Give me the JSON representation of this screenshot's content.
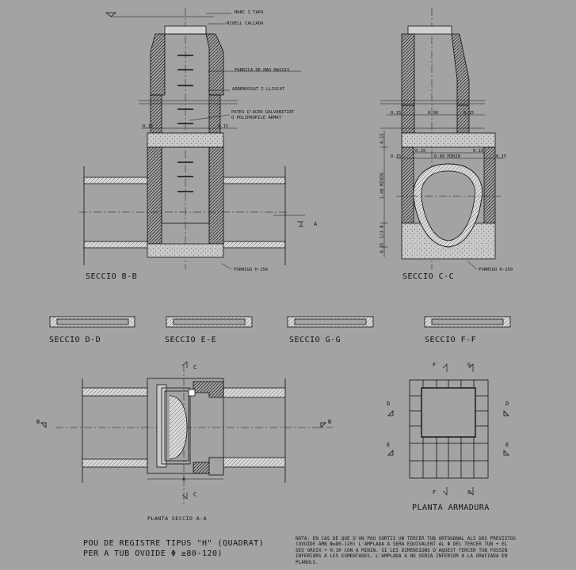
{
  "section_titles": {
    "bb": "SECCIO B-B",
    "cc": "SECCIO C-C",
    "dd": "SECCIO D-D",
    "ee": "SECCIO E-E",
    "gg": "SECCIO G-G",
    "ff": "SECCIO F-F",
    "aa": "PLANTA SECCIO A-A",
    "arm": "PLANTA ARMADURA"
  },
  "annotations": {
    "marc_tapa": "MARC I TAPA",
    "nivell_calcada": "NIVELL CALÇADA",
    "fabrica": "FABRICA DE MAO MASSIS",
    "arrebossat": "ARREBOSSAT I LLISCAT",
    "pates1": "PATES D'ACER GALVANITZAT",
    "pates2": "O POLIPROPILE ARMAT",
    "formigo_left": "FORMIGO H-150",
    "formigo_right": "FORMIGO H-150"
  },
  "dimensions": {
    "d015_a": "0.15",
    "d015_b": "0.15",
    "d015_c1": "0.15",
    "d090": "0.90",
    "d015_c2": "0.15",
    "d015_v": "0.15",
    "d015_i1": "0.15",
    "d060": "0.60 MININ",
    "d015_i2": "0.15",
    "d015_s1": "0.15",
    "d015_s2": "0.15",
    "d140": "1.40 MININ",
    "d025": "0.25",
    "dphi": "1/3 Φ"
  },
  "section_marks": {
    "a": "A",
    "b": "B",
    "c": "C",
    "d": "D",
    "e": "E",
    "f": "F",
    "g": "G"
  },
  "title_block": {
    "line1": "POU DE REGISTRE TIPUS \"H\" (QUADRAT)",
    "line2": "PER A TUB OVOIDE Φ ≥80-120)"
  },
  "note": [
    "NOTA: EN CAS DE QUE D'UN POU SORTIS UN TERCER TUB ORTOGONAL ALS DOS PREVISTOS",
    "(OVOIDE AMB Φ≥80-120) L'AMPLADA A SERA EQUIVALENT AL Φ DEL TERCER TUB + EL",
    "SEU GRUIX + 0.30 CON A MININ. SI LES DIMENSIONS D'AQUEST TERCER TUB FOSSIN",
    "INFERIORS A LES ESMENTADES, L'AMPLADA A NO SERIA INFERIOR A LA GRAFIADA EN",
    "PLANOLS."
  ]
}
